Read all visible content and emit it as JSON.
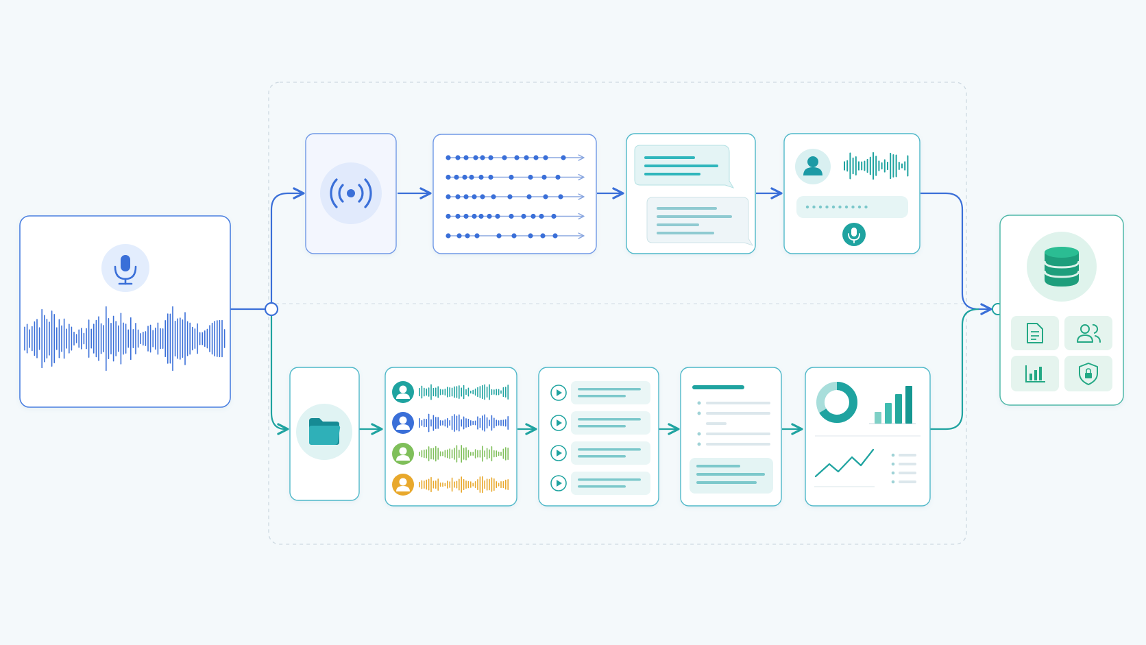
{
  "diagram": {
    "type": "audio-processing-pipeline",
    "text_labels": [],
    "colors": {
      "background": "#f4f9fb",
      "realtime_accent": "#3a6fd8",
      "batch_accent": "#1fa3a0",
      "storage_accent": "#23a884",
      "speaker_colors": [
        "#1fa3a0",
        "#3a6fd8",
        "#7fbf5a",
        "#e8a82c"
      ],
      "dashed_group_border": "#c9d6df"
    },
    "input": {
      "name": "audio-input",
      "icons": [
        "microphone-icon",
        "waveform-icon"
      ]
    },
    "realtime_branch": {
      "name": "realtime-path",
      "stages": [
        {
          "name": "live-stream",
          "icons": [
            "broadcast-icon"
          ]
        },
        {
          "name": "token-stream",
          "icons": [
            "dotted-stream-icon"
          ]
        },
        {
          "name": "live-transcript",
          "icons": [
            "chat-bubble-icon"
          ]
        },
        {
          "name": "voice-assistant",
          "icons": [
            "user-icon",
            "waveform-icon",
            "microphone-icon"
          ]
        }
      ]
    },
    "batch_branch": {
      "name": "batch-path",
      "stages": [
        {
          "name": "file-upload",
          "icons": [
            "folder-icon"
          ]
        },
        {
          "name": "speaker-separation",
          "icons": [
            "user-icon",
            "waveform-icon"
          ],
          "speaker_count": 4
        },
        {
          "name": "timestamped-segments",
          "icons": [
            "play-icon"
          ],
          "segment_count": 4
        },
        {
          "name": "summary-document",
          "icons": [
            "document-icon"
          ]
        },
        {
          "name": "analytics-dashboard",
          "icons": [
            "donut-chart-icon",
            "bar-chart-icon",
            "line-chart-icon"
          ]
        }
      ]
    },
    "output": {
      "name": "storage-output",
      "icons": [
        "database-icon",
        "document-icon",
        "users-icon",
        "bar-chart-icon",
        "shield-lock-icon"
      ]
    }
  }
}
